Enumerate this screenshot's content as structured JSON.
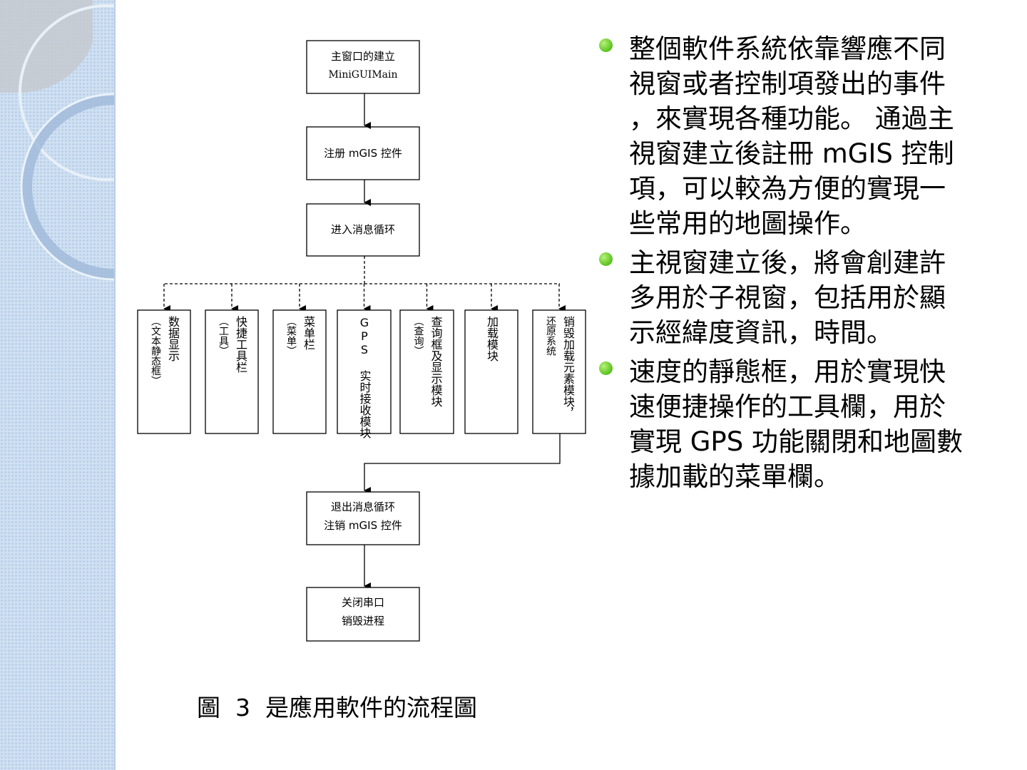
{
  "flowchart": {
    "top_boxes": [
      {
        "lines": [
          "主窗口的建立",
          "MiniGUIMain"
        ]
      },
      {
        "lines": [
          "注册 mGIS 控件"
        ]
      },
      {
        "lines": [
          "进入消息循环"
        ]
      }
    ],
    "modules": [
      {
        "cols": [
          "数据显示",
          "（文本静态框）"
        ]
      },
      {
        "cols": [
          "快捷工具栏",
          "（工具）"
        ]
      },
      {
        "cols": [
          "菜单栏",
          "（菜单）"
        ]
      },
      {
        "cols": [
          "GPS 实时接收模块"
        ]
      },
      {
        "cols": [
          "查询框及显示模块",
          "（查询）"
        ]
      },
      {
        "cols": [
          "加载模块"
        ]
      },
      {
        "cols": [
          "销毁加载元素模块，",
          "还原系统"
        ]
      }
    ],
    "bottom_boxes": [
      {
        "lines": [
          "退出消息循环",
          "注销 mGIS 控件"
        ]
      },
      {
        "lines": [
          "关闭串口",
          "销毁进程"
        ]
      }
    ]
  },
  "bullets": [
    "整個軟件系統依靠響應不同視窗或者控制項發出的事件，來實現各種功能。 通過主視窗建立後註冊 mGIS 控制項，可以較為方便的實現一些常用的地圖操作。",
    "主視窗建立後，將會創建許多用於子視窗，包括用於顯示經緯度資訊，時間。",
    "速度的靜態框，用於實現快速便捷操作的工具欄，用於實現 GPS 功能關閉和地圖數據加載的菜單欄。"
  ],
  "bullet_lines": [
    [
      "整個軟件系統依靠響應不同",
      "視窗或者控制項發出的事件",
      "，來實現各種功能。 通過主",
      "視窗建立後註冊 mGIS 控制",
      "項，可以較為方便的實現一",
      "些常用的地圖操作。"
    ],
    [
      "主視窗建立後，將會創建許",
      "多用於子視窗，包括用於顯",
      "示經緯度資訊，時間。"
    ],
    [
      "速度的靜態框，用於實現快",
      "速便捷操作的工具欄，用於",
      "實現 GPS 功能關閉和地圖數",
      "據加載的菜單欄。"
    ]
  ],
  "caption": "圖  3  是應用軟件的流程圖",
  "colors": {
    "sidebar": "#cfe0f2",
    "bullet": "#58c21c",
    "line": "#000000"
  }
}
